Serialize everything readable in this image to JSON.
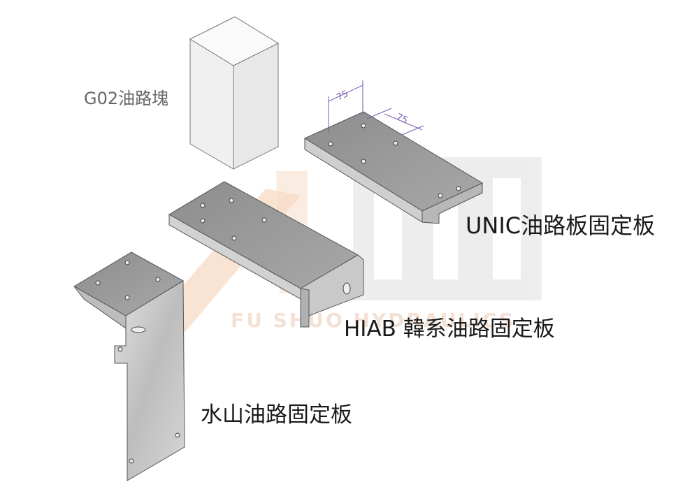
{
  "labels": {
    "block": "G02油路塊",
    "unic": "UNIC油路板固定板",
    "hiab": "HIAB 韓系油路固定板",
    "shuishan": "水山油路固定板"
  },
  "dimensions": {
    "dim1": "75",
    "dim2": "75"
  },
  "watermark": {
    "text": "FU SHUO HYDRAULICS",
    "colors": {
      "orange": "#f4c9a8",
      "gray": "#e9e9e9"
    }
  },
  "colors": {
    "metal_top": "#9a9a9a",
    "metal_side": "#c4c4c4",
    "metal_dark": "#6f6f6f",
    "block_face": "#f1f1f1",
    "dimension": "#7a5bb0"
  }
}
